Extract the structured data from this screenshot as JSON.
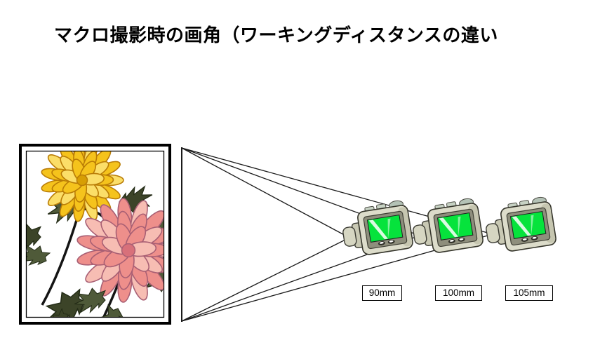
{
  "title": "マクロ撮影時の画角（ワーキングディスタンスの違い",
  "labels": [
    {
      "text": "90mm"
    },
    {
      "text": "100mm"
    },
    {
      "text": "105mm"
    }
  ],
  "subject_image": {
    "description": "framed clipart of two chrysanthemum flowers (yellow and pink) with dark green leaves"
  },
  "colors": {
    "line": "#1a1a1a",
    "camera_body": "#dcdcca",
    "camera_bezel": "#8e8e7c",
    "screen_green": "#06e33c",
    "flower_yellow": "#f5c31c",
    "flower_pink": "#ee8f8b",
    "leaf_green": "#4f5a39"
  }
}
